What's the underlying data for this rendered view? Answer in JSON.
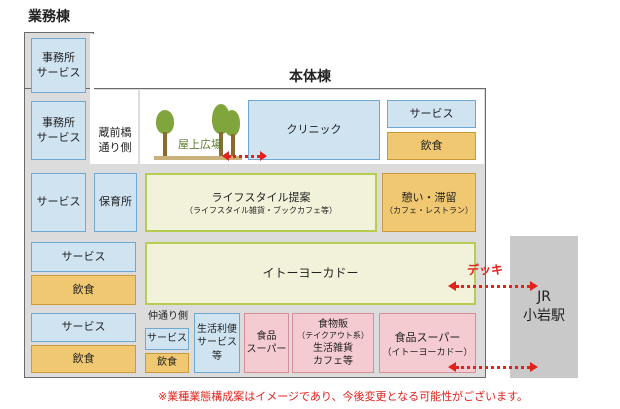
{
  "titles": {
    "business_wing": "業務棟",
    "main_wing": "本体棟"
  },
  "business_wing": {
    "box1": "事務所\nサービス",
    "box2": "事務所\nサービス",
    "side_label": "蔵前橋\n通り側"
  },
  "roof": {
    "garden": "屋上広場",
    "clinic": "クリニック",
    "service": "サービス",
    "food": "飲食"
  },
  "floor3": {
    "service": "サービス",
    "nursery": "保育所",
    "lifestyle_main": "ライフスタイル提案",
    "lifestyle_sub": "（ライフスタイル雑貨・ブックカフェ等）",
    "rest_main": "憩い・滞留",
    "rest_sub": "（カフェ・レストラン）"
  },
  "floor2": {
    "service": "サービス",
    "food": "飲食",
    "ito_yokado": "イトーヨーカドー"
  },
  "floor1": {
    "service": "サービス",
    "food": "飲食",
    "naka_label": "仲通り側",
    "naka_service": "サービス",
    "naka_food": "飲食",
    "life_service": "生活利便\nサービス\n等",
    "food_super_small": "食品\nスーパー",
    "food_goods": "食物販",
    "food_goods_sub": "（テイクアウト系）",
    "food_goods_2": "生活雑貨\nカフェ等",
    "food_super_main": "食品スーパー",
    "food_super_sub": "（イトーヨーカドー）"
  },
  "deck_label": "デッキ",
  "station": "JR\n小岩駅",
  "note": "※業種業態構成案はイメージであり、今後変更となる可能性がございます。",
  "colors": {
    "service": "#cfe3f1",
    "food": "#efc871",
    "lifestyle": "#f2f1da",
    "food_retail": "#f4cbd0",
    "deck": "#e0231b"
  }
}
